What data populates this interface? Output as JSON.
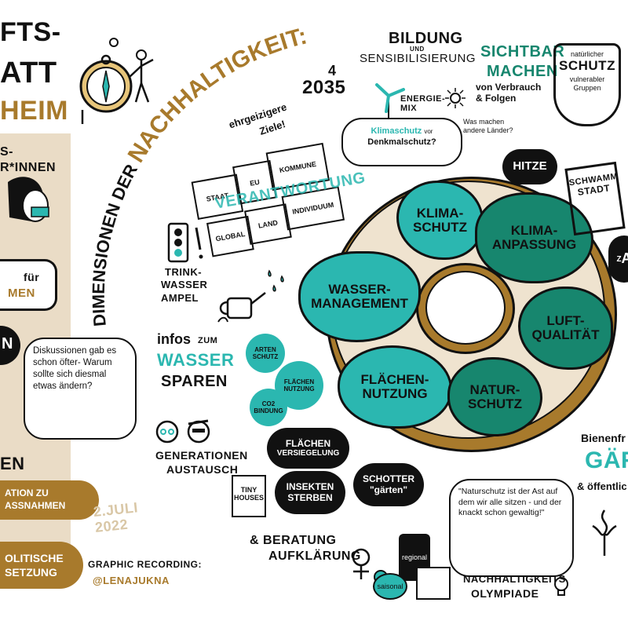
{
  "header": {
    "title_fragment_1": "FTS-",
    "title_fragment_2": "ATT",
    "title_fragment_3": "HEIM"
  },
  "arc_title": "DIMENSIONEN DER NACHHALTIGKEIT:",
  "left_panel": {
    "fragment_1": "S-",
    "fragment_2": "R*INNEN",
    "fragment_3": "für",
    "fragment_4": "MEN",
    "fragment_5": "N",
    "bubble_text": "Diskussionen gab es schon öfter- Warum sollte sich diesmal etwas ändern?",
    "fragment_6": "EN",
    "pill_1": "ATION zu ASSNAHMEN",
    "pill_2": "OLITISCHE SETZUNG"
  },
  "donut": {
    "blobs": [
      {
        "label": "KLIMA-\nSCHUTZ",
        "color": "#2bb7b0"
      },
      {
        "label": "KLIMA-\nANPASSUNG",
        "color": "#17866e"
      },
      {
        "label": "WASSER-\nMANAGEMENT",
        "color": "#2bb7b0"
      },
      {
        "label": "LUFT-\nQUALITÄT",
        "color": "#17866e"
      },
      {
        "label": "FLÄCHEN-\nNUTZUNG",
        "color": "#2bb7b0"
      },
      {
        "label": "NATUR-\nSCHUTZ",
        "color": "#17866e"
      }
    ],
    "ring_color": "#a87a2c",
    "fill_color": "#efe3cf"
  },
  "top": {
    "bildung_1": "BILDUNG",
    "bildung_und": "UND",
    "bildung_2": "SENSIBILISIERUNG",
    "year": "2035",
    "year_digit": "4",
    "ambitious_1": "ehrgeizigere",
    "ambitious_2": "Ziele!",
    "energie": "ENERGIE-MIX",
    "sichtbar_1": "SICHTBAR",
    "sichtbar_2": "MACHEN",
    "sichtbar_3": "von Verbrauch & Folgen",
    "schutz_1": "natürlicher",
    "schutz_2": "SCHUTZ",
    "schutz_3": "vulnerabler Gruppen",
    "klimaschutz_q_1": "Klimaschutz",
    "klimaschutz_q_2": "vor",
    "klimaschutz_q_3": "Denkmalschutz?",
    "countries_q": "Was machen andere Länder?",
    "hitze": "HITZE",
    "schwamm_1": "SCHWAMM",
    "schwamm_2": "STADT",
    "right_fragment": "Z",
    "right_fragment_2": "A"
  },
  "puzzle": {
    "staat": "STAAT",
    "eu": "EU",
    "kommune": "KOMMUNE",
    "global": "GLOBAL",
    "land": "LAND",
    "individuum": "INDIVIDUUM",
    "overlay": "VERANTWORTUNG"
  },
  "left_mid": {
    "trink_1": "TRINK-",
    "trink_2": "WASSER",
    "trink_3": "AMPEL",
    "infos": "infos",
    "zum": "ZUM",
    "wasser": "WASSER",
    "sparen": "SPAREN",
    "generationen_1": "GENERATIONEN",
    "generationen_2": "AUSTAUSCH",
    "tiny_1": "TINY",
    "tiny_2": "HOUSES"
  },
  "gears": {
    "artenschutz": "ARTEN SCHUTZ",
    "flaechen": "FLÄCHEN NUTZUNG",
    "co2": "CO2 BINDUNG"
  },
  "clouds": {
    "versiegelung_1": "FLÄCHEN",
    "versiegelung_2": "VERSIEGELUNG",
    "insekten_1": "INSEKTEN",
    "insekten_2": "STERBEN",
    "schotter_1": "SCHOTTER",
    "schotter_2": "\"gärten\""
  },
  "bottom": {
    "date": "2.JULI 2022",
    "credit_label": "GRAPHIC RECORDING:",
    "credit_name": "@LENAJUKNA",
    "beratung_1": "& BERATUNG",
    "beratung_2": "AUFKLÄRUNG",
    "regional": "regional",
    "saisonal": "saisonal",
    "quote": "\"Naturschutz ist der Ast auf dem wir alle sitzen - und der knackt schon gewaltig!\"",
    "olympiade_1": "NACHHALTIGKEITS",
    "olympiade_2": "OLYMPIADE",
    "bienen": "Bienenfr",
    "gaerten": "GÄR",
    "oeffentlich": "& öffentlic"
  },
  "colors": {
    "teal": "#2bb7b0",
    "dark_green": "#17866e",
    "gold": "#a87a2c",
    "beige": "#eadcc6"
  }
}
